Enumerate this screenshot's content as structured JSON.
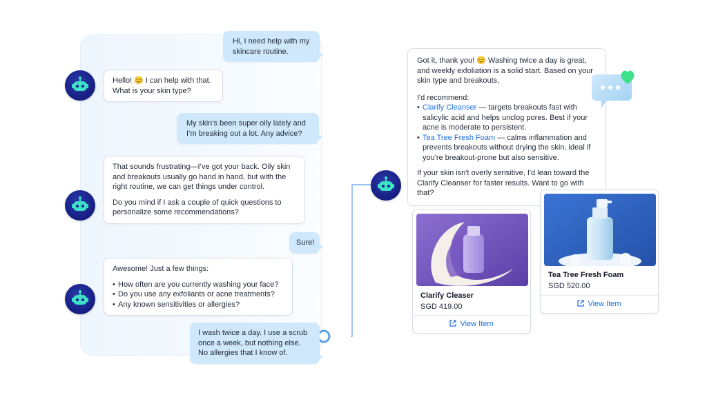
{
  "messages": {
    "m1": "Hi, I need help with my skincare routine.",
    "m2": "Hello! 😊 I can help with that. What is your skin type?",
    "m3": "My skin’s been super oily lately and I’m breaking out a lot. Any advice?",
    "m4_p1": "That sounds frustrating—I’ve got your back. Oily skin and breakouts usually go hand in hand, but with the right routine, we can get things under control.",
    "m4_p2": "Do you mind if I ask a couple of quick questions to personalize some recommendations?",
    "m5": "Sure!",
    "m6_intro": "Awesome! Just a few things:",
    "m6_items": [
      "How often are you currently washing your face?",
      "Do you use any exfoliants or acne treatments?",
      "Any known sensitivities or allergies?"
    ],
    "m7": "I wash twice a day. I use a scrub once a week, but nothing else. No allergies that I know of."
  },
  "reply": {
    "intro": "Got it, thank you! 😊 Washing twice a day is great, and weekly exfoliation is a solid start. Based on your skin type and breakouts,",
    "recommend_lead": "I'd recommend:",
    "items": [
      {
        "name": "Clarify Cleanser",
        "desc": " — targets breakouts fast with salicylic acid and helps unclog pores. Best if your acne is moderate to persistent."
      },
      {
        "name": "Tea Tree Fresh Foam",
        "desc": " — calms inflammation and prevents breakouts without drying the skin, ideal if you're breakout-prone but also sensitive."
      }
    ],
    "closing": "If your skin isn't overly sensitive, I'd lean toward the Clarify Cleanser for faster results. Want to go with that?"
  },
  "products": [
    {
      "title": "Clarify Cleaser",
      "price": "SGD 419.00",
      "action": "View Item"
    },
    {
      "title": "Tea Tree Fresh Foam",
      "price": "SGD 520.00",
      "action": "View Item"
    }
  ],
  "icons": {
    "avatar": "robot-icon",
    "deco": "chat-bubble-heart-icon",
    "view": "external-link-icon"
  },
  "colors": {
    "user_bubble": "#cfe8fb",
    "accent": "#1d6fe0",
    "avatar": "#182187",
    "heart": "#3ee08a"
  }
}
